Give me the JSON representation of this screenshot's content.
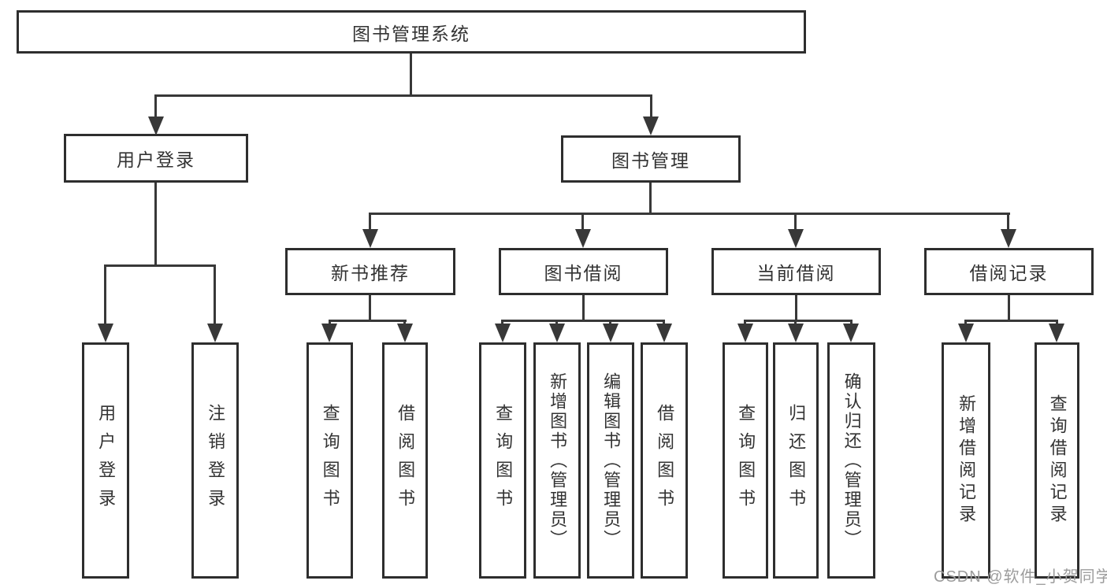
{
  "colors": {
    "line": "#383838",
    "box_border": "#2e2e2e",
    "text": "#333333",
    "watermark": "#9c9c9c",
    "background": "#ffffff"
  },
  "tree": {
    "root": {
      "label": "图书管理系统"
    },
    "branches": [
      {
        "label": "用户登录",
        "children": [
          {
            "label": "用户登录"
          },
          {
            "label": "注销登录"
          }
        ]
      },
      {
        "label": "图书管理",
        "groups": [
          {
            "label": "新书推荐",
            "children": [
              {
                "label": "查询图书"
              },
              {
                "label": "借阅图书"
              }
            ]
          },
          {
            "label": "图书借阅",
            "children": [
              {
                "label": "查询图书"
              },
              {
                "label": "新增图书（管理员）"
              },
              {
                "label": "编辑图书（管理员）"
              },
              {
                "label": "借阅图书"
              }
            ]
          },
          {
            "label": "当前借阅",
            "children": [
              {
                "label": "查询图书"
              },
              {
                "label": "归还图书"
              },
              {
                "label": "确认归还（管理员）"
              }
            ]
          },
          {
            "label": "借阅记录",
            "children": [
              {
                "label": "新增借阅记录"
              },
              {
                "label": "查询借阅记录"
              }
            ]
          }
        ]
      }
    ]
  },
  "watermark": {
    "text": "CSDN @软件_小贺同学"
  }
}
